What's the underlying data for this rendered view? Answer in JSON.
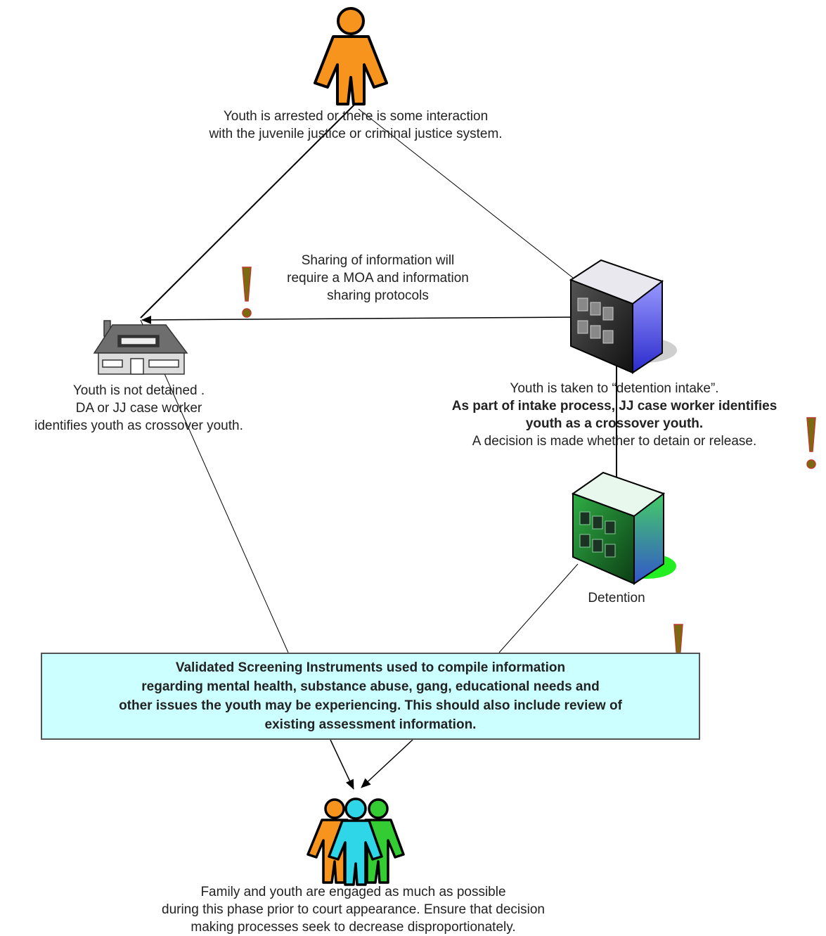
{
  "nodes": {
    "youth_arrested": {
      "lines": [
        "Youth is arrested or there is some interaction",
        "with the juvenile justice or criminal justice system."
      ]
    },
    "sharing_info": {
      "lines": [
        "Sharing of information will",
        "require a MOA and information",
        "sharing protocols"
      ]
    },
    "not_detained": {
      "lines": [
        "Youth is not detained .",
        "DA or JJ case worker",
        "identifies youth as crossover youth."
      ]
    },
    "detention_intake": {
      "line1": "Youth is taken to “detention intake”.",
      "bold_lines": [
        "As part of intake process, JJ case worker identifies",
        "youth as a crossover youth."
      ],
      "line4": "A decision is made whether to detain or release."
    },
    "detention": {
      "label": "Detention"
    },
    "screening": {
      "lines": [
        "Validated Screening Instruments used to compile information",
        "regarding mental health, substance abuse, gang, educational needs and",
        "other issues the youth may be experiencing.  This should also include review of",
        "existing assessment information."
      ]
    },
    "family": {
      "lines": [
        "Family and youth are engaged as much as possible",
        "during this phase prior to court appearance.  Ensure that decision",
        "making processes seek to decrease disproportionately."
      ]
    }
  },
  "icons": [
    "person-icon",
    "house-icon",
    "intake-building-icon",
    "detention-building-icon",
    "group-icon",
    "warning-icon"
  ],
  "colors": {
    "person": "#f7941d",
    "intake_building_side": "#4a4ae8",
    "detention_building": "#2bb34a",
    "screening_fill": "#ccffff",
    "group_orange": "#f7941d",
    "group_cyan": "#2fd6e8",
    "group_green": "#33cc33",
    "warning": "#7a6a10"
  }
}
